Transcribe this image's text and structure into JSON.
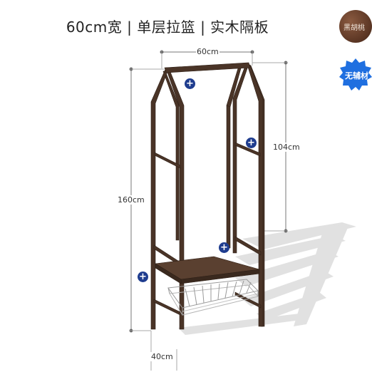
{
  "title": "60cm宽 | 单层拉篮 | 实木隔板",
  "badges": {
    "wood": "黑胡桃",
    "no_material": "无辅材"
  },
  "dimensions": {
    "width": "60cm",
    "height_side": "104cm",
    "height_total": "160cm",
    "depth": "40cm"
  },
  "colors": {
    "wood": "#4a3427",
    "accent_blue": "#1f6fe0",
    "marker": "#1f3d8f"
  },
  "plus_symbol": "+"
}
